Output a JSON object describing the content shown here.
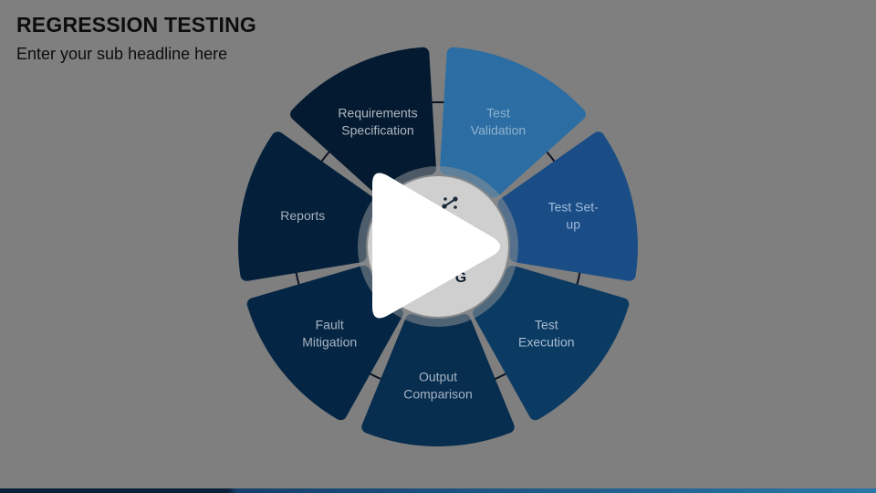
{
  "slide": {
    "title": "REGRESSION TESTING",
    "subtitle": "Enter your sub headline here"
  },
  "diagram": {
    "center_label_fragment": "G",
    "segments": [
      {
        "lines": [
          "Test",
          "Validation"
        ],
        "color": "#2c6ea3",
        "text_color": "#8fb2cf"
      },
      {
        "lines": [
          "Test Set-",
          "up"
        ],
        "color": "#1a4d86",
        "text_color": "#9fbadb"
      },
      {
        "lines": [
          "Test",
          "Execution"
        ],
        "color": "#0b3a63",
        "text_color": "#a9bccf"
      },
      {
        "lines": [
          "Output",
          "Comparison"
        ],
        "color": "#072d4f",
        "text_color": "#a6b3c2"
      },
      {
        "lines": [
          "Fault",
          "Mitigation"
        ],
        "color": "#052544",
        "text_color": "#a8b4c2"
      },
      {
        "lines": [
          "Reports"
        ],
        "color": "#031f3a",
        "text_color": "#a7b1bd"
      },
      {
        "lines": [
          "Requirements",
          "Specification"
        ],
        "color": "#041a30",
        "text_color": "#b0b8c2"
      }
    ]
  },
  "colors": {
    "background": "#7f7f7f",
    "connector": "#0b1220",
    "center_circle": "#cfcfcf",
    "center_ring": "#8b8f94"
  },
  "icons": {
    "center": "network-nodes-icon",
    "overlay": "play-icon"
  }
}
